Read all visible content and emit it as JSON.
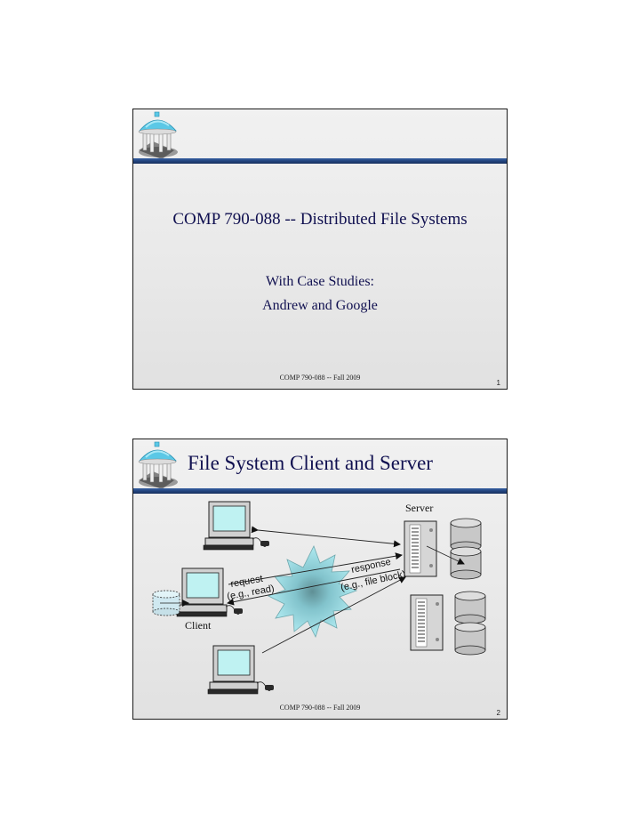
{
  "slides": [
    {
      "title": "COMP 790-088 -- Distributed File Systems",
      "subtitle_line1": "With Case Studies:",
      "subtitle_line2": "Andrew and Google",
      "footer": "COMP 790-088 -- Fall 2009",
      "page_number": "1"
    },
    {
      "title": "File System Client and Server",
      "diagram": {
        "server_label": "Server",
        "client_label": "Client",
        "request_label": "request",
        "request_example": "(e.g., read)",
        "response_label": "response",
        "response_example": "(e.g., file block)"
      },
      "footer": "COMP 790-088 -- Fall 2009",
      "page_number": "2"
    }
  ],
  "colors": {
    "title_text": "#101050",
    "rule_bar": "#1f3f78",
    "monitor_screen": "#bff2f2",
    "burst_fill": "#a8eaf2"
  }
}
